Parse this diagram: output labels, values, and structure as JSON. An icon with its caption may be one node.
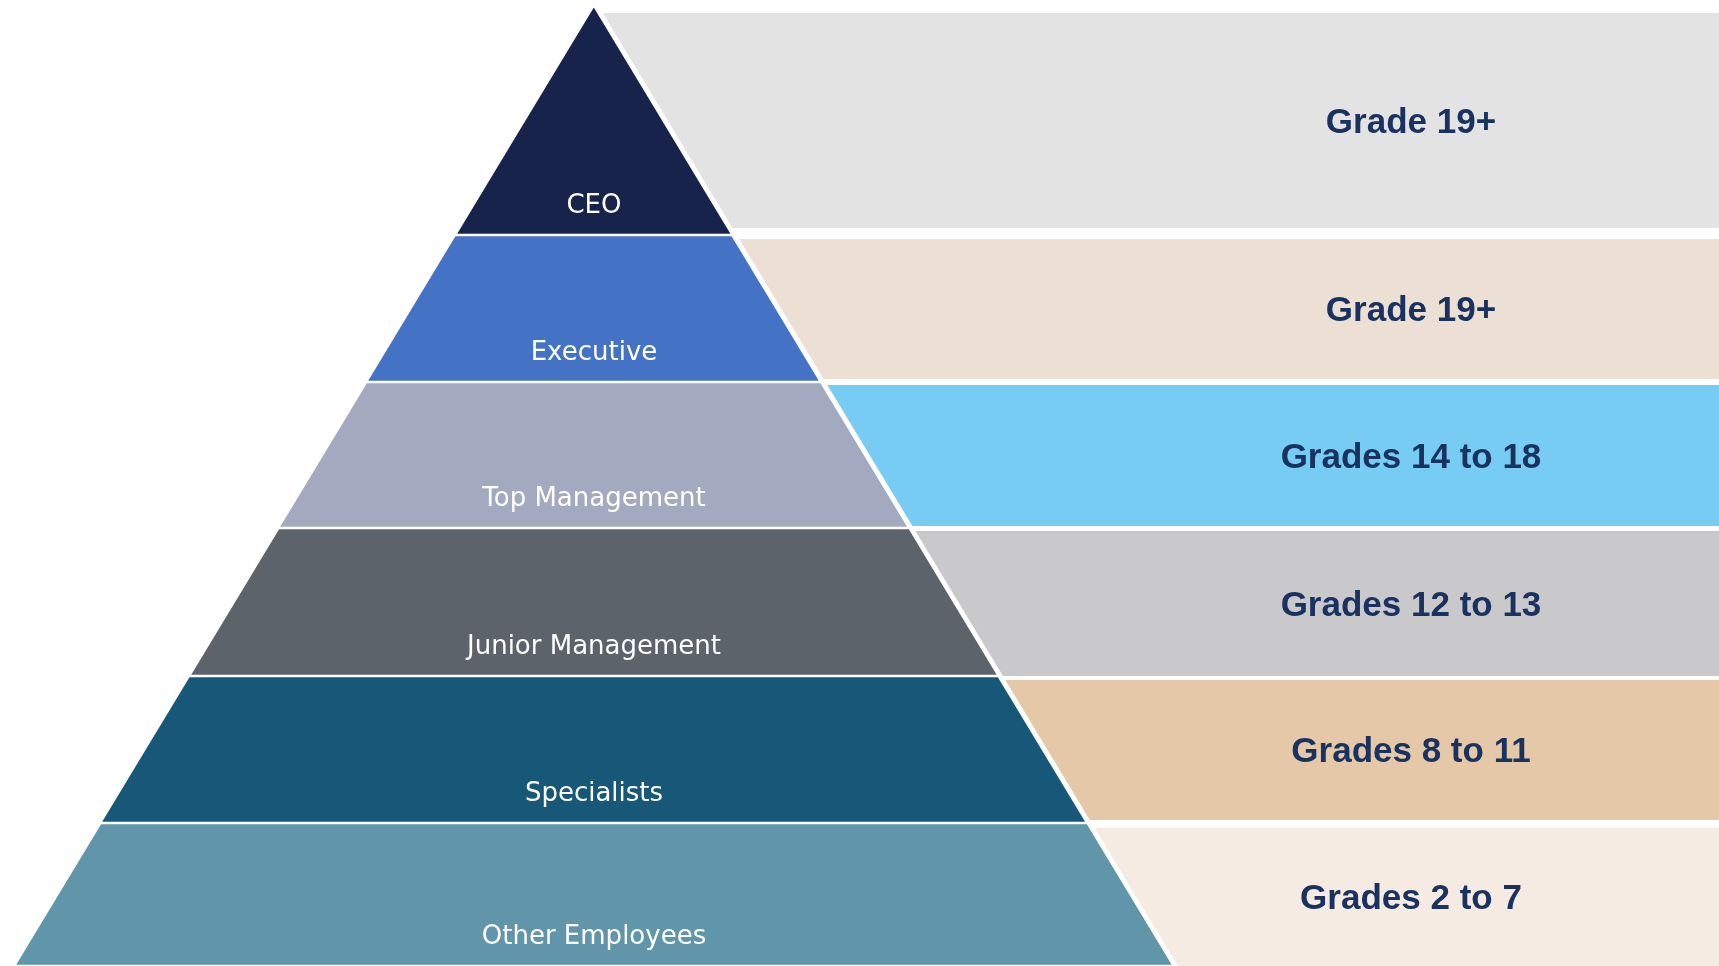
{
  "diagram": {
    "nodes": [
      {
        "text": [
          "CEO"
        ]
      },
      {
        "text": [
          "Grade 19+"
        ]
      },
      {
        "text": [
          "Executive"
        ]
      },
      {
        "text": [
          "Grade 19+"
        ]
      },
      {
        "text": [
          "Top Management"
        ]
      },
      {
        "text": [
          "Grades 14 to 18"
        ]
      },
      {
        "text": [
          "Junior Management"
        ]
      },
      {
        "text": [
          "Grades 12 to 13"
        ]
      },
      {
        "text": [
          "Specialists"
        ]
      },
      {
        "text": [
          "Grades 8 to 11"
        ]
      },
      {
        "text": [
          "Other Employees"
        ]
      },
      {
        "text": [
          "Grades 2 to 7"
        ]
      }
    ]
  }
}
